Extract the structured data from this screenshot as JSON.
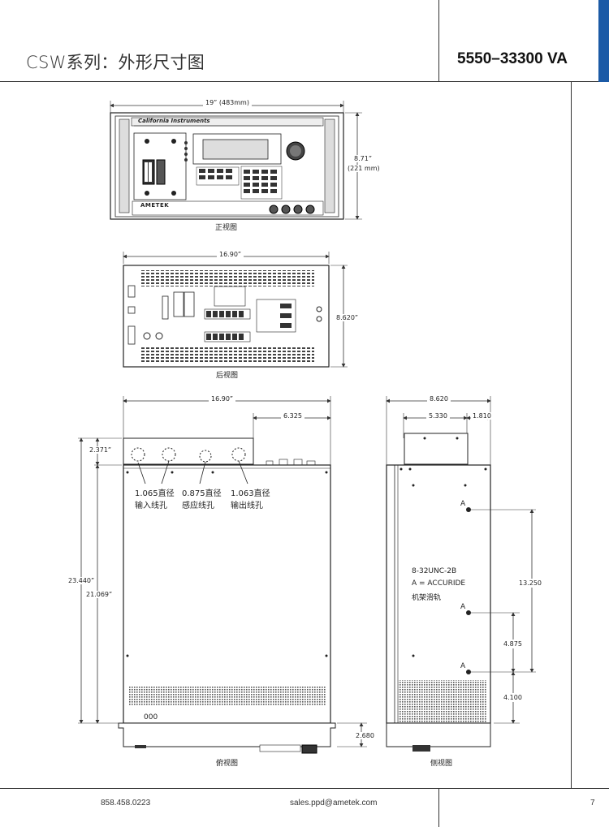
{
  "header": {
    "title": "CSW系列：外形尺寸图",
    "range": "5550–33300 VA"
  },
  "front_view": {
    "width_label": "19” (483mm)",
    "height_label_1": "8.71”",
    "height_label_2": "(221 mm)",
    "caption": "正视图",
    "brand": "California Instruments",
    "logo": "AMETEK"
  },
  "rear_view": {
    "width_label": "16.90”",
    "height_label": "8.620”",
    "caption": "后视图"
  },
  "top_view": {
    "width_label": "16.90”",
    "offset_label": "6.325",
    "dim_2371": "2.371”",
    "dim_23440": "23.440”",
    "dim_21069": "21.069”",
    "dim_2680": "2.680",
    "holes": [
      {
        "size": "1.065直径",
        "name": "输入线孔"
      },
      {
        "size": "0.875直径",
        "name": "感应线孔"
      },
      {
        "size": "1.063直径",
        "name": "输出线孔"
      }
    ],
    "serial": "000",
    "caption": "俯视图"
  },
  "side_view": {
    "width_label": "8.620",
    "dim_5330": "5.330",
    "dim_1810": "1.810",
    "dim_13250": "13.250",
    "dim_4875": "4.875",
    "dim_4100": "4.100",
    "marker": "A",
    "note_1": "8-32UNC-2B",
    "note_2": "A = ACCURIDE",
    "note_3": "机架滑轨",
    "caption": "侧视图"
  },
  "footer": {
    "phone": "858.458.0223",
    "email": "sales.ppd@ametek.com",
    "page": "7"
  }
}
